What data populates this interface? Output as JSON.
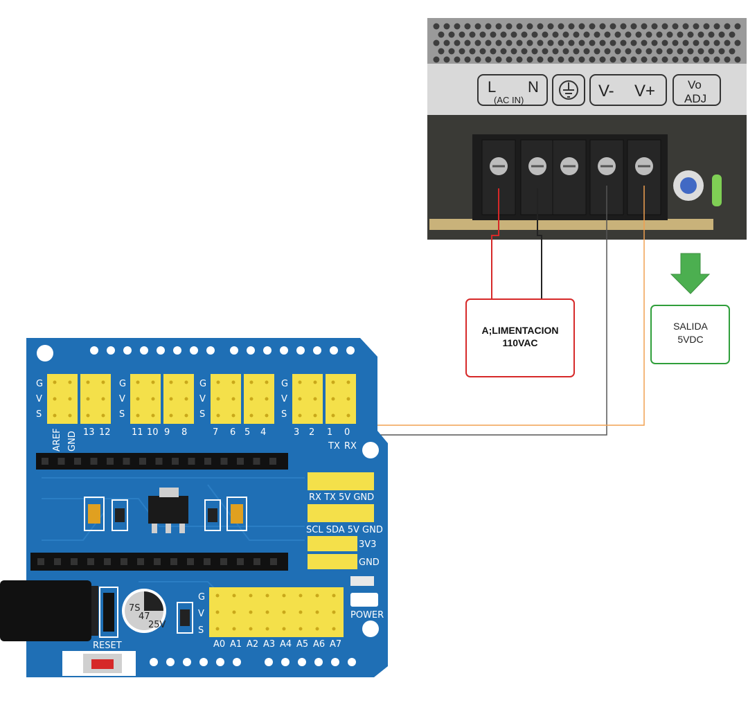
{
  "psu": {
    "terminal_labels": {
      "ac_l": "L",
      "ac_n": "N",
      "ac_in": "(AC IN)",
      "v_minus": "V-",
      "v_plus": "V+",
      "vo": "Vo",
      "adj": "ADJ"
    }
  },
  "boxes": {
    "supply_line1": "A;LIMENTACION",
    "supply_line2": "110VAC",
    "output_line1": "SALIDA",
    "output_line2": "5VDC"
  },
  "board": {
    "gvs": [
      "G",
      "V",
      "S"
    ],
    "digital_labels": [
      "13",
      "12",
      "11",
      "10",
      "9",
      "8",
      "7",
      "6",
      "5",
      "4",
      "3",
      "2",
      "1",
      "0"
    ],
    "aref": "AREF",
    "gnd_top": "GND",
    "tx": "TX",
    "rx": "RX",
    "uart_row": "RX  TX  5V GND",
    "i2c_row": "SCL SDA 5V GND",
    "v33": "3V3",
    "gnd_side": "GND",
    "power": "POWER",
    "reset": "RESET",
    "analog_labels": [
      "A0",
      "A1",
      "A2",
      "A3",
      "A4",
      "A5",
      "A6",
      "A7"
    ],
    "cap_text": [
      "7S",
      "47",
      "25V"
    ]
  },
  "colors": {
    "pcb": "#1f6fb5",
    "pcb_dark": "#134f86",
    "header_yellow": "#f4e04a",
    "supply_box": "#d62828",
    "output_box": "#2f9e3a",
    "arrow": "#4caf50",
    "wire_red": "#d62828",
    "wire_black": "#222222",
    "wire_gray": "#555555",
    "wire_orange": "#f0a050"
  }
}
